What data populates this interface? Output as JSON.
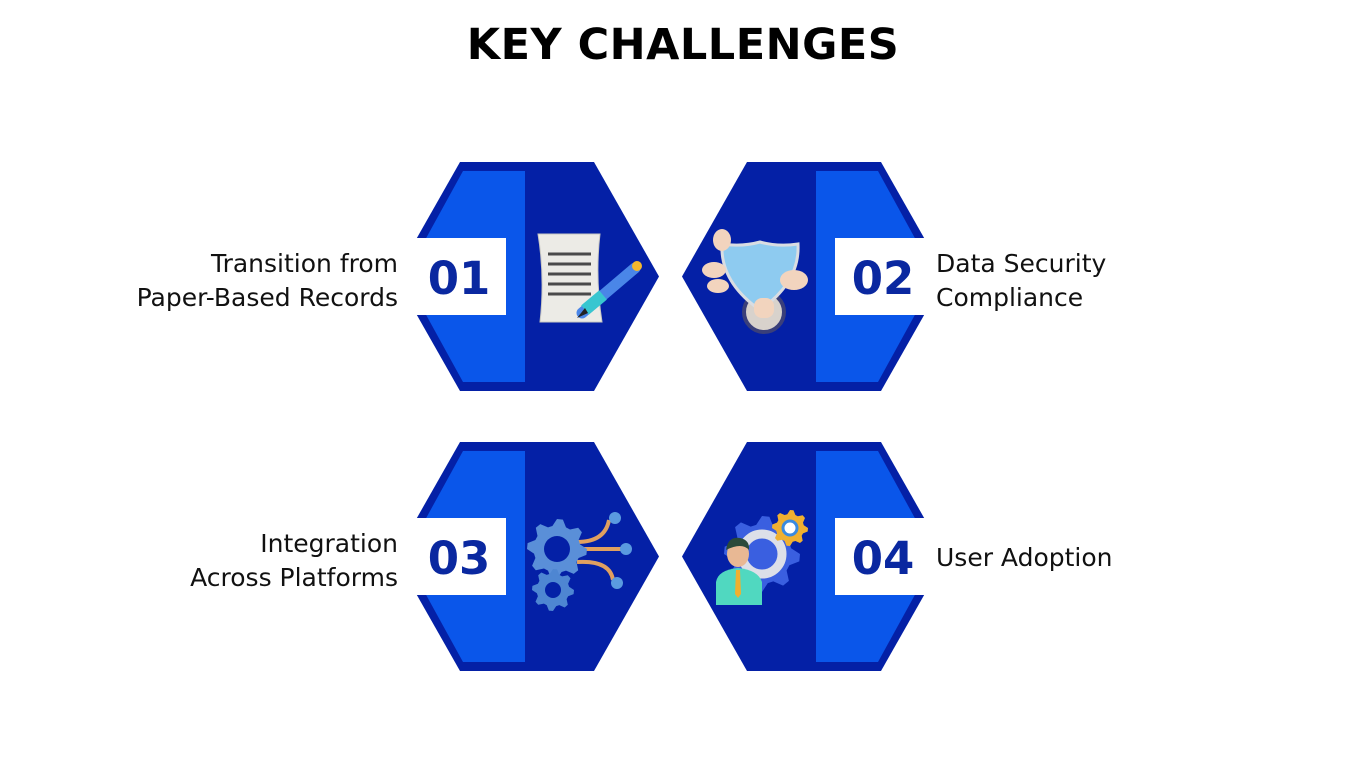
{
  "title": "KEY CHALLENGES",
  "colors": {
    "dark_blue": "#0420a6",
    "light_blue": "#0a56ea",
    "number": "#0a28a0"
  },
  "challenges": [
    {
      "number": "01",
      "lines": [
        "Transition from",
        "Paper-Based Records"
      ],
      "icon": "document-pen-icon"
    },
    {
      "number": "02",
      "lines": [
        "Data Security",
        "Compliance"
      ],
      "icon": "shield-hand-icon"
    },
    {
      "number": "03",
      "lines": [
        "Integration",
        "Across Platforms"
      ],
      "icon": "gears-network-icon"
    },
    {
      "number": "04",
      "lines": [
        "User Adoption"
      ],
      "icon": "user-gear-icon"
    }
  ]
}
